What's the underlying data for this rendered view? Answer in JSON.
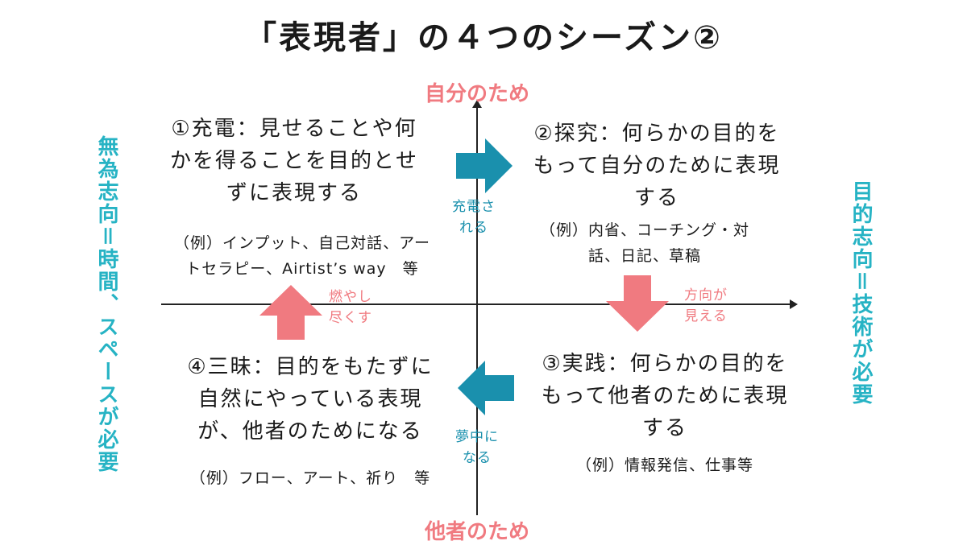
{
  "title": "「表現者」の４つのシーズン②",
  "axes": {
    "top": "自分のため",
    "bottom": "他者のため",
    "left": "無為志向＝時間、スペースが必要",
    "right": "目的志向＝技術が必要"
  },
  "quadrants": {
    "q1": {
      "title_lines": [
        "①充電：見せることや何",
        "かを得ることを目的とせ",
        "ずに表現する"
      ],
      "example_lines": [
        "（例）インプット、自己対話、アー",
        "トセラピー、Airtist’s way　等"
      ]
    },
    "q2": {
      "title_lines": [
        "②探究：何らかの目的を",
        "もって自分のために表現",
        "する"
      ],
      "example_lines": [
        "（例）内省、コーチング・対",
        "話、日記、草稿"
      ]
    },
    "q3": {
      "title_lines": [
        "③実践：何らかの目的を",
        "もって他者のために表現",
        "する"
      ],
      "example_lines": [
        "（例）情報発信、仕事等"
      ]
    },
    "q4": {
      "title_lines": [
        "④三昧：目的をもたずに",
        "自然にやっている表現",
        "が、他者のためになる"
      ],
      "example_lines": [
        "（例）フロー、アート、祈り　等"
      ]
    }
  },
  "transitions": {
    "q1_to_q2": [
      "充電さ",
      "れる"
    ],
    "q2_to_q3": [
      "方向が",
      "見える"
    ],
    "q3_to_q4": [
      "夢中に",
      "なる"
    ],
    "q4_to_q1": [
      "燃やし",
      "尽くす"
    ]
  },
  "colors": {
    "teal_arrow": "#1a90ad",
    "pink_arrow": "#f07a80",
    "teal_text": "#26b3c4",
    "pink_text": "#f07a80"
  }
}
